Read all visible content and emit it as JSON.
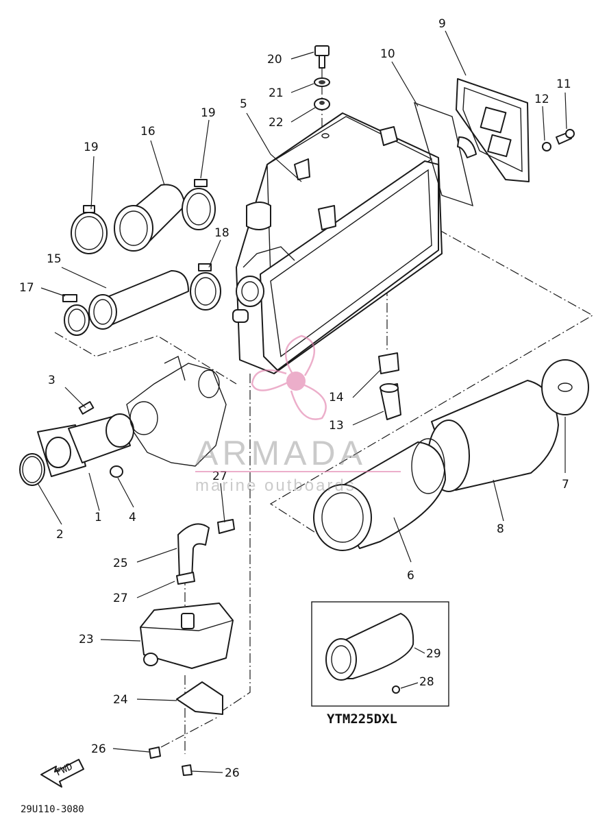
{
  "callouts": {
    "n1": "1",
    "n2": "2",
    "n3": "3",
    "n4": "4",
    "n5": "5",
    "n6": "6",
    "n7": "7",
    "n8": "8",
    "n9": "9",
    "n10": "10",
    "n11": "11",
    "n12": "12",
    "n13": "13",
    "n14": "14",
    "n15": "15",
    "n16": "16",
    "n17": "17",
    "n18": "18",
    "n19a": "19",
    "n19b": "19",
    "n20": "20",
    "n21": "21",
    "n22": "22",
    "n23": "23",
    "n24": "24",
    "n25": "25",
    "n26a": "26",
    "n26b": "26",
    "n27a": "27",
    "n27b": "27",
    "n28": "28",
    "n29": "29"
  },
  "inset": {
    "model": "YTM225DXL"
  },
  "fwd_arrow": "FWD",
  "drawing_code": "29U110-3080",
  "watermark": {
    "brand": "ARMADA",
    "tagline": "marine outboards",
    "logo": "propeller-logo",
    "color": "#e07aa8"
  }
}
